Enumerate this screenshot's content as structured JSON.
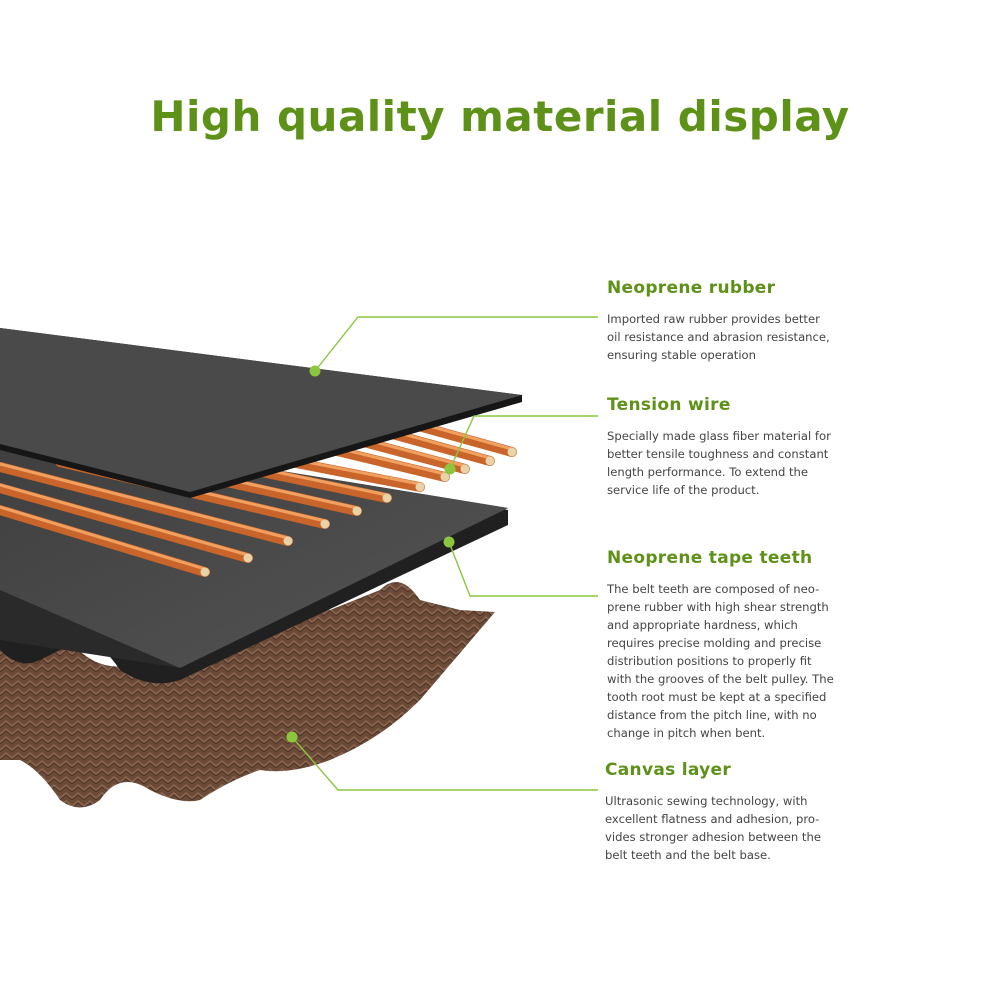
{
  "title": "High quality material display",
  "colors": {
    "accent": "#5e9118",
    "rubber_top": "#4a4a4a",
    "rubber_edge": "#1c1c1c",
    "wire": "#d9793a",
    "canvas": "#6b4a38"
  },
  "callouts": [
    {
      "heading": "Neoprene rubber",
      "text": "Imported raw rubber provides better\noil resistance and abrasion resistance,\nensuring stable operation"
    },
    {
      "heading": "Tension wire",
      "text": "Specially made glass fiber material for\nbetter tensile toughness and constant\nlength performance. To extend the\nservice life of the product."
    },
    {
      "heading": "Neoprene tape teeth",
      "text": "The belt teeth are composed of neo-\nprene rubber with high shear strength\nand appropriate hardness, which\nrequires precise molding and precise\ndistribution positions to properly fit\nwith the grooves of the belt pulley. The\ntooth root must be kept at a specified\ndistance from the pitch line, with no\nchange in pitch when bent."
    },
    {
      "heading": "Canvas layer",
      "text": "Ultrasonic sewing technology, with\nexcellent flatness and adhesion, pro-\nvides stronger adhesion between the\nbelt teeth and the belt base."
    }
  ]
}
